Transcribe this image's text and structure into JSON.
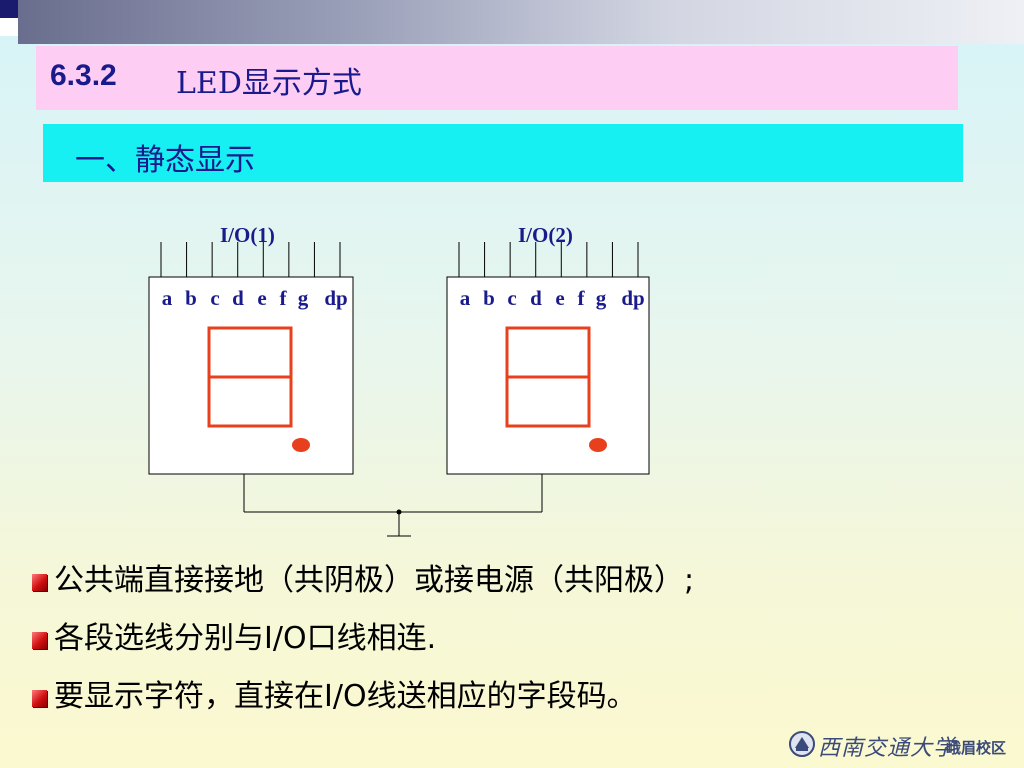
{
  "header": {
    "section_number": "6.3.2",
    "section_title": "LED显示方式"
  },
  "subheader": {
    "title": "一、静态显示"
  },
  "diagram": {
    "displays": [
      {
        "io_label": "I/O(1)",
        "pins": [
          "a",
          "b",
          "c",
          "d",
          "e",
          "f",
          "g",
          "dp"
        ]
      },
      {
        "io_label": "I/O(2)",
        "pins": [
          "a",
          "b",
          "c",
          "d",
          "e",
          "f",
          "g",
          "dp"
        ]
      }
    ],
    "segment_color": "#e8401c",
    "line_color": "#000000"
  },
  "bullets": [
    "公共端直接接地（共阴极）或接电源（共阳极）;",
    "各段选线分别与I/O口线相连.",
    "要显示字符，直接在I/O线送相应的字段码。"
  ],
  "logo": {
    "name": "西南交通大学",
    "campus": "峨眉校区",
    "icon": "university-seal-icon"
  }
}
